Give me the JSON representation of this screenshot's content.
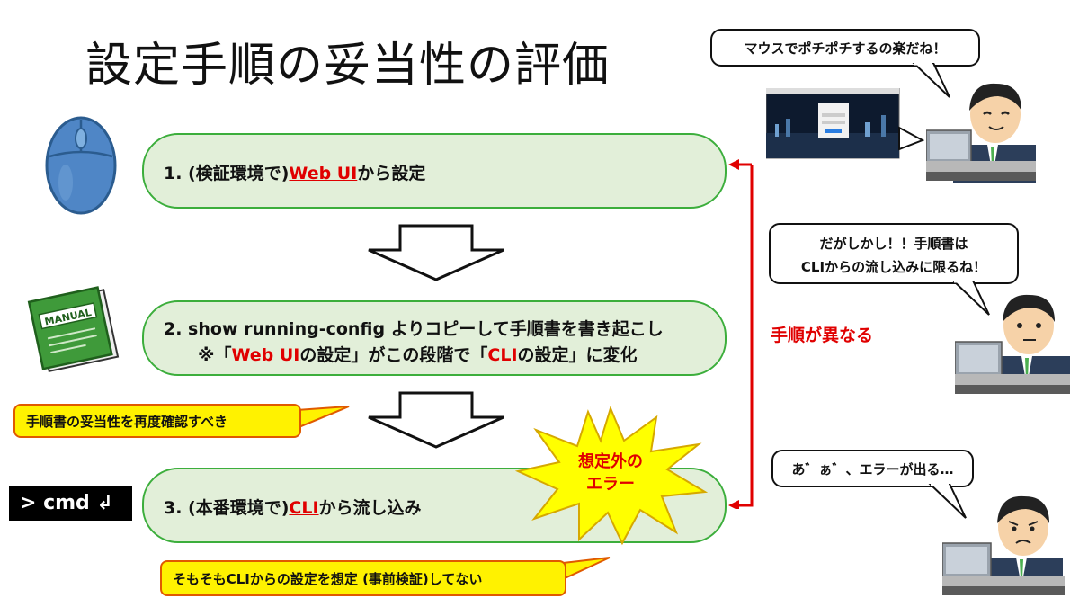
{
  "title": "設定手順の妥当性の評価",
  "steps": [
    {
      "prefix": "1. (検証環境で)",
      "highlight": "Web UI",
      "suffix": "から設定"
    },
    {
      "line1": "2. show running-config よりコピーして手順書を書き起こし",
      "line2_pre": "※「",
      "line2_hl1": "Web UI",
      "line2_mid": "の設定」がこの段階で「",
      "line2_hl2": "CLI",
      "line2_post": "の設定」に変化"
    },
    {
      "prefix": "3. (本番環境で)",
      "highlight": "CLI",
      "suffix": "から流し込み"
    }
  ],
  "callouts": {
    "review": "手順書の妥当性を再度確認すべき",
    "untested": "そもそもCLIからの設定を想定 (事前検証)してない"
  },
  "burst": {
    "line1": "想定外の",
    "line2": "エラー"
  },
  "cmd_label": "> cmd ↲",
  "difference_label": "手順が異なる",
  "speech": {
    "s1": "マウスでポチポチするの楽だね！",
    "s2_line1": "だがしかし！！手順書は",
    "s2_line2": "CLIからの流し込みに限るね！",
    "s3": "あ゛ぁ゛、エラーが出る…"
  },
  "manual_label": "MANUAL",
  "colors": {
    "step_fill": "#e2efd9",
    "step_border": "#3cae3c",
    "accent_red": "#e00000",
    "callout_fill": "#fff200",
    "callout_border": "#e05a00"
  }
}
